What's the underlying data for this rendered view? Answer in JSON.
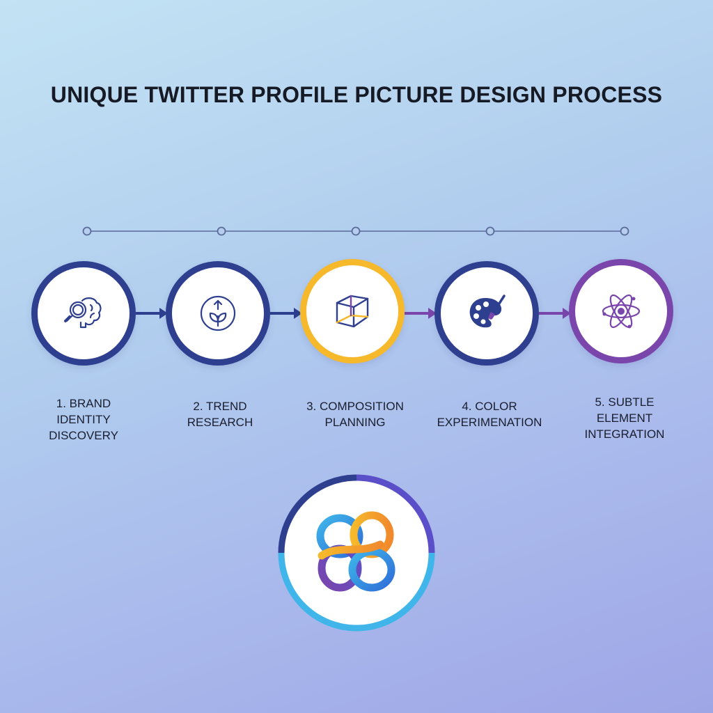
{
  "title": "UNIQUE TWITTER PROFILE PICTURE DESIGN PROCESS",
  "steps": [
    {
      "number": "1.",
      "label": "1. BRAND IDENTITY DISCOVERY",
      "lines": [
        "1. BRAND",
        "IDENTITY",
        "DISCOVERY"
      ],
      "icon": "magnifier-brain-icon",
      "ring_color": "#2e3f8f"
    },
    {
      "number": "2.",
      "label": "2. TREND RESEARCH",
      "lines": [
        "2. TREND",
        "RESEARCH"
      ],
      "icon": "growth-sprout-icon",
      "ring_color": "#2e3f8f"
    },
    {
      "number": "3.",
      "label": "3. COMPOSITION PLANNING",
      "lines": [
        "3. COMPOSITION",
        "PLANNING"
      ],
      "icon": "cube-icon",
      "ring_color": "#f6b92b"
    },
    {
      "number": "4.",
      "label": "4. COLOR EXPERIMENATION",
      "lines": [
        "4. COLOR",
        "EXPERIMENATION"
      ],
      "icon": "palette-brush-icon",
      "ring_color": "#2e3f8f"
    },
    {
      "number": "5.",
      "label": "5. SUBTLE ELEMENT INTEGRATION",
      "lines": [
        "5. SUBTLE",
        "ELEMENT",
        "INTEGRATION"
      ],
      "icon": "atom-icon",
      "ring_color": "#7b46ac"
    }
  ],
  "result": {
    "icon": "interlocking-loops-logo-icon"
  },
  "colors": {
    "navy": "#2e3f8f",
    "gold": "#f6b92b",
    "purple": "#7b46ac",
    "sky": "#3fb5ea",
    "timeline": "#5a6a9a"
  }
}
